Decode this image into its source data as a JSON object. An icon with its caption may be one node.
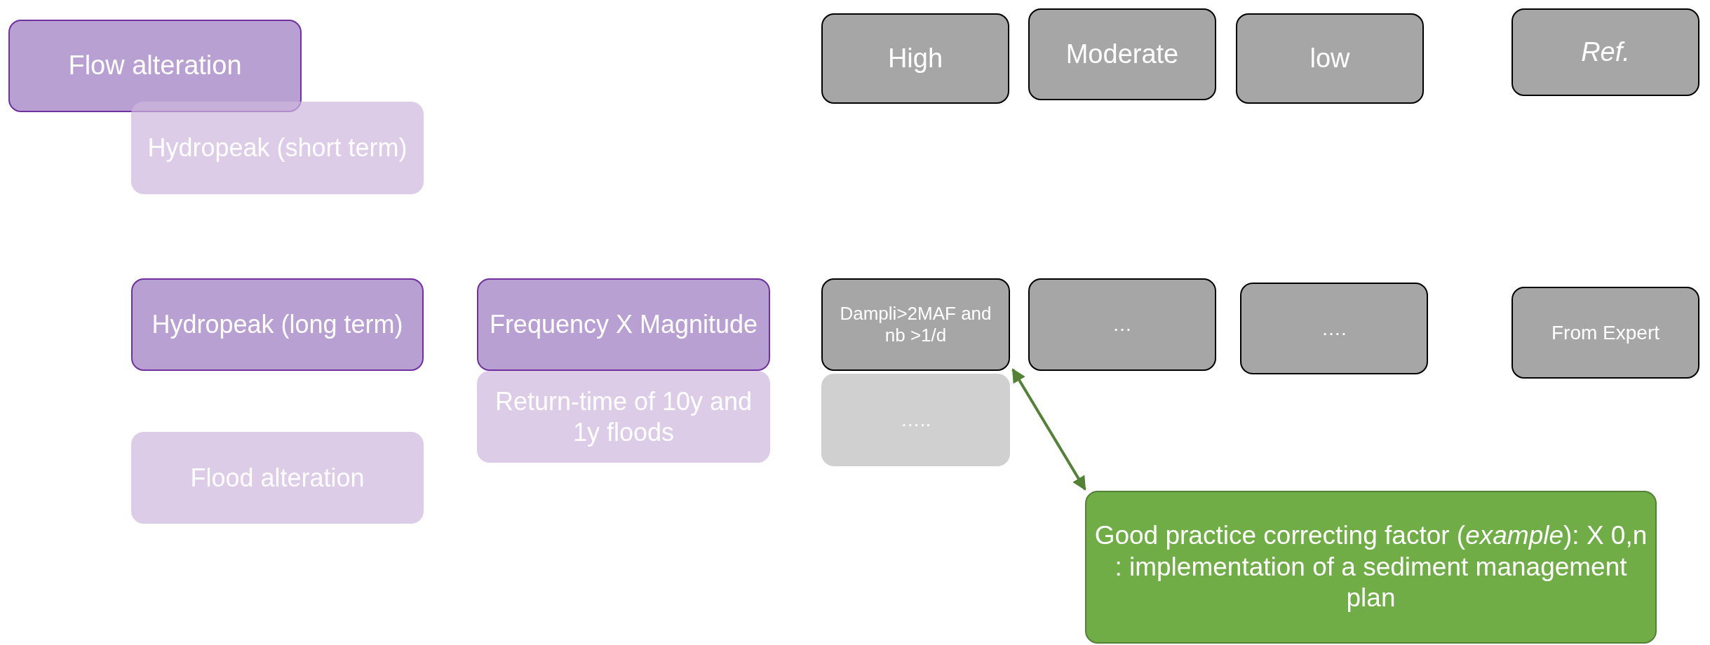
{
  "diagram": {
    "nodes": [
      {
        "text": [
          "Flow alteration"
        ]
      },
      {
        "text": [
          "Hydropeak (short term)"
        ]
      },
      {
        "text": [
          "High"
        ]
      },
      {
        "text": [
          "Moderate"
        ]
      },
      {
        "text": [
          "low"
        ]
      },
      {
        "text": [
          "Ref."
        ]
      },
      {
        "text": [
          "Hydropeak (long term)"
        ]
      },
      {
        "text": [
          "Frequency X Magnitude"
        ]
      },
      {
        "text": [
          "Dampli>2MAF and nb >1/d"
        ]
      },
      {
        "text": [
          "…"
        ]
      },
      {
        "text": [
          "…."
        ]
      },
      {
        "text": [
          "From Expert"
        ]
      },
      {
        "text": [
          "Return-time of 10y and 1y floods"
        ]
      },
      {
        "text": [
          "….."
        ]
      },
      {
        "text": [
          "Flood alteration"
        ]
      },
      {
        "text": [
          "Good practice correcting factor (*example*): X 0,n : implementation of a sediment management plan"
        ]
      }
    ],
    "edges": [
      {
        "from": 8,
        "to": 15,
        "arrow": "both",
        "color": "#538135"
      }
    ]
  }
}
